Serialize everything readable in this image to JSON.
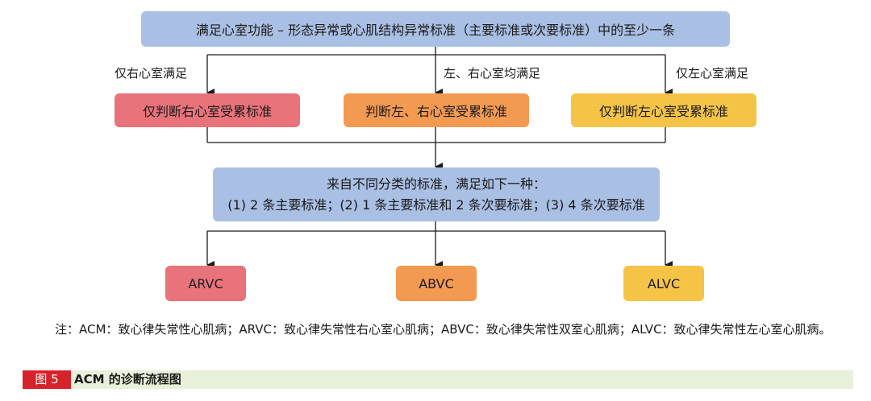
{
  "top": "满足心室功能 – 形态异常或心肌结构异常标准（主要标准或次要标准）中的至少一条",
  "branches": {
    "right": "仅右心室满足",
    "both": "左、右心室均满足",
    "left": "仅左心室满足"
  },
  "criteria": {
    "right": "仅判断右心室受累标准",
    "both": "判断左、右心室受累标准",
    "left": "仅判断左心室受累标准"
  },
  "middle": {
    "line1": "来自不同分类的标准，满足如下一种：",
    "line2": "(1) 2 条主要标准；(2) 1 条主要标准和 2 条次要标准；(3) 4 条次要标准"
  },
  "outcomes": {
    "arvc": "ARVC",
    "abvc": "ABVC",
    "alvc": "ALVC"
  },
  "note": "注：ACM：致心律失常性心肌病；ARVC：致心律失常性右心室心肌病；ABVC：致心律失常性双室心肌病；ALVC：致心律失常性左心室心肌病。",
  "caption": {
    "label": "图 5",
    "title": "ACM 的诊断流程图"
  },
  "colors": {
    "blue": "#a9bfe3",
    "red": "#e8737b",
    "orange": "#f39a52",
    "yellow": "#f5c447",
    "caption_red": "#d6232b",
    "caption_bg": "#e8f0da"
  }
}
